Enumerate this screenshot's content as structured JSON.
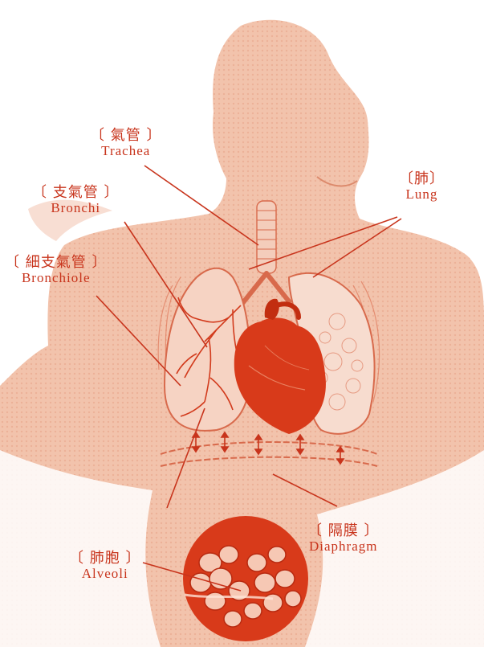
{
  "colors": {
    "accent": "#c8341c",
    "body": "#f2c3ac",
    "organ": "#d83a1a",
    "background": "#ffffff"
  },
  "labels": {
    "trachea": {
      "zh": "〔 氣管 〕",
      "en": "Trachea"
    },
    "bronchi": {
      "zh": "〔 支氣管 〕",
      "en": "Bronchi"
    },
    "bronchiole": {
      "zh": "〔 細支氣管 〕",
      "en": "Bronchiole"
    },
    "lung": {
      "zh": "〔肺〕",
      "en": "Lung"
    },
    "diaphragm": {
      "zh": "〔 隔膜 〕",
      "en": "Diaphragm"
    },
    "alveoli": {
      "zh": "〔 肺胞 〕",
      "en": "Alveoli"
    }
  }
}
